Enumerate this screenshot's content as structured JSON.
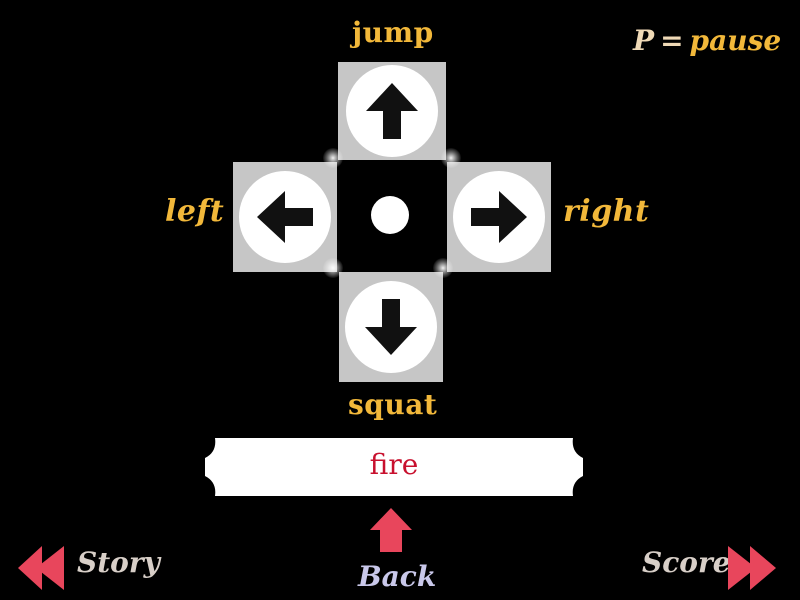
{
  "controls": {
    "jump": "jump",
    "squat": "squat",
    "left": "left",
    "right": "right"
  },
  "pause": {
    "key": "P",
    "equals": "=",
    "action": "pause"
  },
  "fire_button": {
    "label": "fire"
  },
  "navigation": {
    "back": "Back",
    "story": "Story",
    "score": "Score"
  },
  "icons": {
    "up": "arrow-up-icon",
    "down": "arrow-down-icon",
    "left": "arrow-left-icon",
    "right": "arrow-right-icon",
    "center": "center-dot-icon"
  },
  "colors": {
    "background": "#000000",
    "label_gold": "#f2b83a",
    "tile_gray": "#c6c6c6",
    "fire_red": "#c8102e",
    "nav_pink": "#e8465c",
    "back_lavender": "#c9c8ea"
  }
}
